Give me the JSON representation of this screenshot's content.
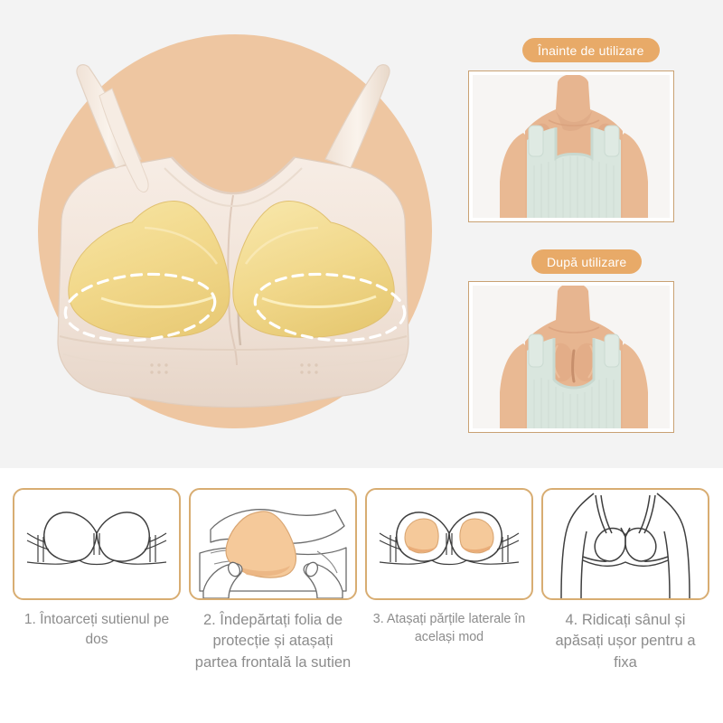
{
  "theme": {
    "page_bg": "#ffffff",
    "hero_bg": "#f3f3f3",
    "circle_bg": "#eec6a1",
    "badge_bg": "#e8aa68",
    "badge_text": "#ffffff",
    "frame_border": "#c9a173",
    "step_border": "#d8ad72",
    "caption_text": "#8c8c8c",
    "pad_color": "#f0d88e",
    "fabric_color": "#f2e6dc",
    "skin_color": "#e7b792",
    "top_color": "#d7e4dc",
    "line_color": "#4a4a4a"
  },
  "hero": {
    "product": {
      "name": "seamless-push-up-bra-with-inserts",
      "alt": "Beige seamless bra with yellow silicone push-up pads inserted in both cups",
      "highlight_count": 2,
      "highlight_label": "dashed oval outline around lower pad area"
    },
    "comparison": [
      {
        "badge": "Înainte de utilizare",
        "photo_alt": "Woman in light green ribbed square-neck tank top, flat chest, before use"
      },
      {
        "badge": "După utilizare",
        "photo_alt": "Woman in light green ribbed square-neck tank top, lifted fuller bust, after use"
      }
    ]
  },
  "steps": [
    {
      "number": "1",
      "caption": "1. Întoarceți sutienul pe dos",
      "illustration": "bra-outline-front",
      "illustration_alt": "Line drawing of a bra seen from the front"
    },
    {
      "number": "2",
      "caption": "2. Îndepărtați folia de protecție și atașați partea frontală la sutien",
      "illustration": "hands-peeling-pad",
      "illustration_alt": "Two hands peeling the protective film from an orange pad and attaching it to the bra"
    },
    {
      "number": "3",
      "caption": "3. Atașați părțile laterale în același mod",
      "illustration": "bra-with-pads-inserted",
      "illustration_alt": "Line drawing of a bra with orange pads placed inside both cups"
    },
    {
      "number": "4",
      "caption": "4. Ridicați sânul și apăsați ușor pentru a fixa",
      "illustration": "torso-wearing-bra",
      "illustration_alt": "Line drawing of a woman's torso wearing the finished bra"
    }
  ]
}
